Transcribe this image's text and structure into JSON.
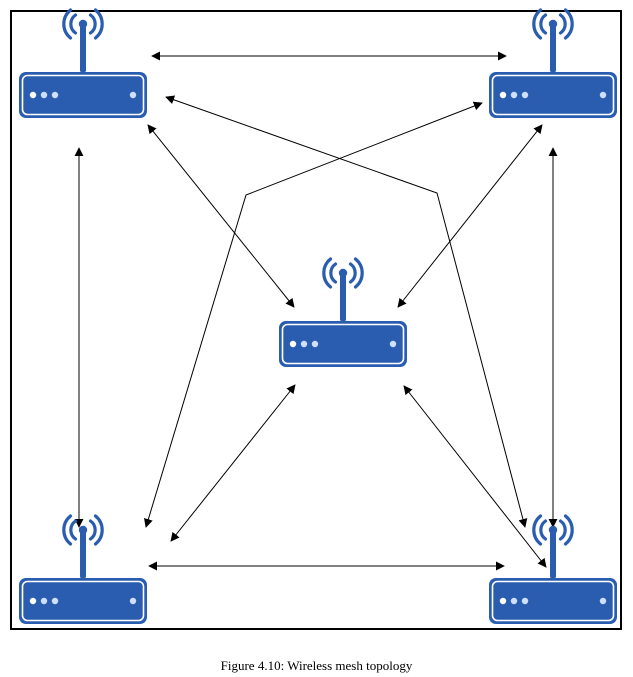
{
  "figure": {
    "caption": "Figure 4.10: Wireless mesh topology"
  },
  "colors": {
    "router_blue": "#2a5db0",
    "router_dark": "#1f4f9c",
    "router_light": "#cfe0ff",
    "arrow": "#000000",
    "frame": "#000000"
  },
  "nodes": [
    {
      "id": "top-left",
      "icon": "wireless-router-icon"
    },
    {
      "id": "top-right",
      "icon": "wireless-router-icon"
    },
    {
      "id": "center",
      "icon": "wireless-router-icon"
    },
    {
      "id": "bottom-left",
      "icon": "wireless-router-icon"
    },
    {
      "id": "bottom-right",
      "icon": "wireless-router-icon"
    }
  ],
  "links": [
    {
      "from": "top-left",
      "to": "top-right"
    },
    {
      "from": "top-left",
      "to": "bottom-left"
    },
    {
      "from": "top-left",
      "to": "center"
    },
    {
      "from": "top-left",
      "to": "bottom-right"
    },
    {
      "from": "top-right",
      "to": "bottom-right"
    },
    {
      "from": "top-right",
      "to": "center"
    },
    {
      "from": "top-right",
      "to": "bottom-left"
    },
    {
      "from": "bottom-left",
      "to": "bottom-right"
    },
    {
      "from": "bottom-left",
      "to": "center"
    },
    {
      "from": "bottom-right",
      "to": "center"
    }
  ]
}
